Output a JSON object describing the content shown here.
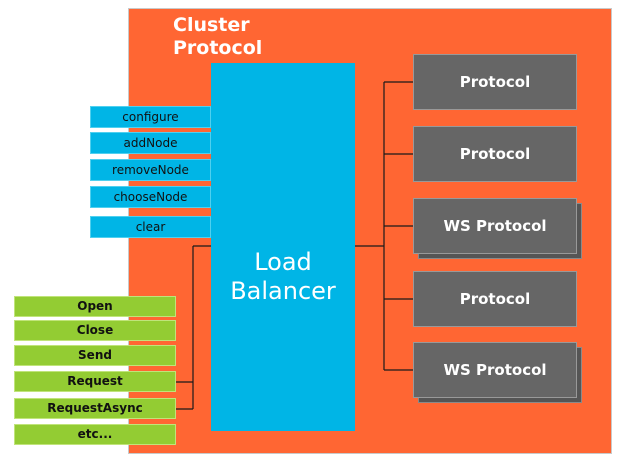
{
  "cluster": {
    "title": "Cluster\nProtocol"
  },
  "load_balancer": {
    "label": "Load\nBalancer"
  },
  "methods": [
    "configure",
    "addNode",
    "removeNode",
    "chooseNode",
    "clear"
  ],
  "api": [
    "Open",
    "Close",
    "Send",
    "Request",
    "RequestAsync",
    "etc..."
  ],
  "protocols": [
    "Protocol",
    "Protocol",
    "WS Protocol",
    "Protocol",
    "WS Protocol"
  ],
  "colors": {
    "cluster": "#ff6633",
    "load_balancer": "#00b5e6",
    "api": "#93cc33",
    "protocol": "#666666"
  }
}
